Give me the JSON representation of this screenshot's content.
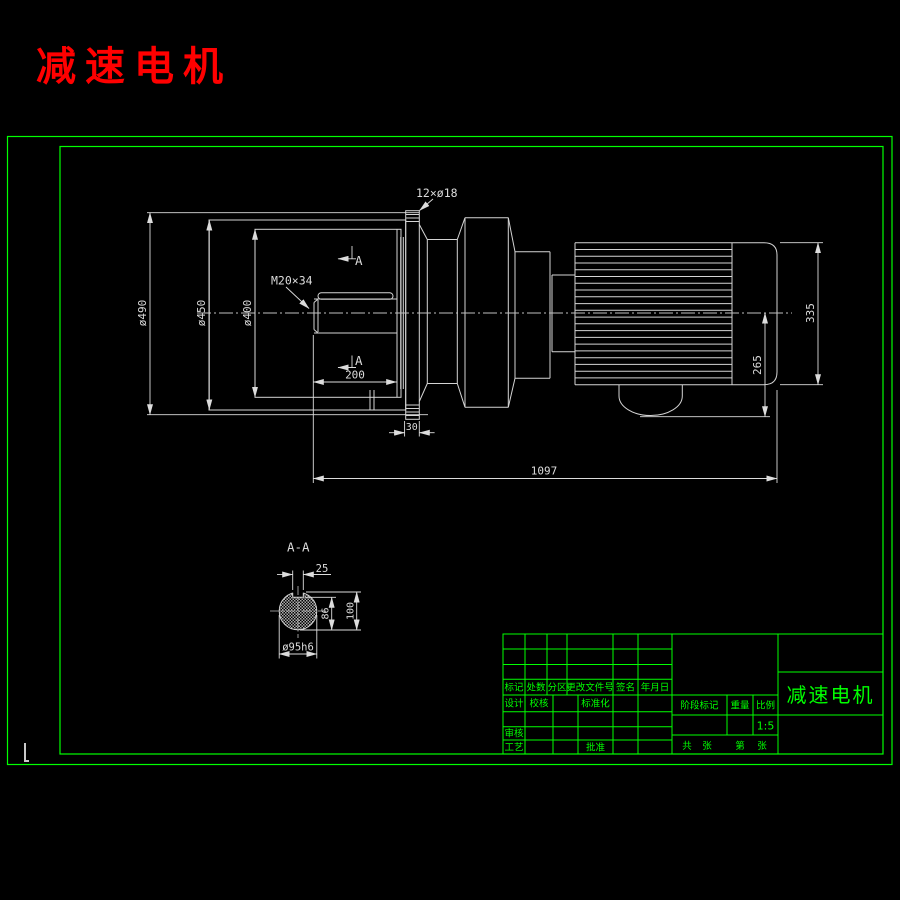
{
  "header": {
    "title": "减速电机"
  },
  "drawing": {
    "dims": {
      "d490": "ø490",
      "d450": "ø450",
      "d400": "ø400",
      "len200": "200",
      "thk30": "30",
      "total1097": "1097",
      "h335": "335",
      "h265": "265",
      "bolt_holes": "12×ø18",
      "thread": "M20×34",
      "section_letter": "A",
      "section_view": "A-A",
      "key_w25": "25",
      "key_d86": "86",
      "key_h100": "100",
      "shaft_dia": "ø95h6"
    }
  },
  "title_block": {
    "rev_headers": [
      "标记",
      "处数",
      "分区",
      "更改文件号",
      "签名",
      "年月日"
    ],
    "design": "设计",
    "check": "校核",
    "standardization": "标准化",
    "audit": "审核",
    "process": "工艺",
    "approve": "批准",
    "stage_mark": "阶段标记",
    "weight": "重量",
    "scale_label": "比例",
    "scale_value": "1:5",
    "sheet": [
      "共",
      "张",
      "第",
      "张"
    ],
    "part_name": "减速电机"
  },
  "colors": {
    "frame_green": "#00ff00",
    "line_gray": "#d4d4d4",
    "title_red": "#ff0000",
    "background": "#000000"
  }
}
